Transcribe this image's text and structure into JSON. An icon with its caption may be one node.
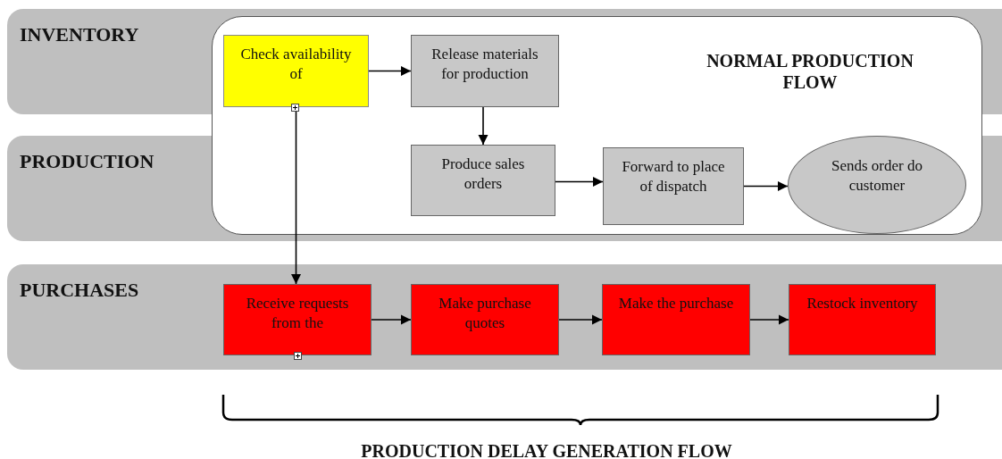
{
  "diagram": {
    "nodes": [
      {
        "text": [
          "INVENTORY"
        ]
      },
      {
        "text": [
          "PRODUCTION"
        ]
      },
      {
        "text": [
          "PURCHASES"
        ]
      },
      {
        "text": [
          "NORMAL PRODUCTION FLOW"
        ]
      },
      {
        "text": [
          "Check availability of"
        ],
        "in": 3
      },
      {
        "text": [
          "Release materials for production"
        ],
        "in": 3
      },
      {
        "text": [
          "Produce sales orders"
        ],
        "in": 3
      },
      {
        "text": [
          "Forward to place of dispatch"
        ],
        "in": 3
      },
      {
        "text": [
          "Sends order do customer"
        ],
        "in": 3
      },
      {
        "text": [
          "Receive requests from the"
        ],
        "in": 2
      },
      {
        "text": [
          "Make purchase quotes"
        ],
        "in": 2
      },
      {
        "text": [
          "Make the purchase"
        ],
        "in": 2
      },
      {
        "text": [
          "Restock inventory"
        ],
        "in": 2
      }
    ],
    "edges": [
      {
        "from": 4,
        "to": 5,
        "arrow": "to"
      },
      {
        "from": 5,
        "to": 6,
        "arrow": "to"
      },
      {
        "from": 6,
        "to": 7,
        "arrow": "to"
      },
      {
        "from": 7,
        "to": 8,
        "arrow": "to"
      },
      {
        "from": 4,
        "to": 9,
        "arrow": "to"
      },
      {
        "from": 9,
        "to": 10,
        "arrow": "to"
      },
      {
        "from": 10,
        "to": 11,
        "arrow": "to"
      },
      {
        "from": 11,
        "to": 12,
        "arrow": "to"
      }
    ],
    "labels": [
      "PRODUCTION DELAY GENERATION FLOW"
    ]
  }
}
